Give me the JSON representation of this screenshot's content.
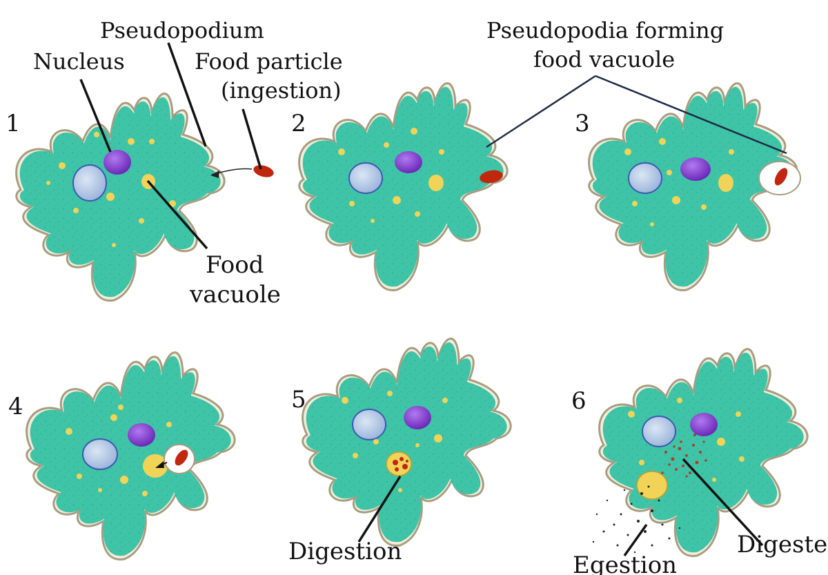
{
  "colors": {
    "cytoplasm": "#3fc4a7",
    "membrane": "#f3eedc",
    "membrane_stroke": "#a89c80",
    "nucleus": "#8a3fd6",
    "contractile_vacuole": "#b9cde8",
    "food_vacuole": "#f1d457",
    "food_particle": "#c1260f",
    "leader_line": "#111111",
    "egestion_dots": "#222222"
  },
  "stages": [
    {
      "number": "1"
    },
    {
      "number": "2"
    },
    {
      "number": "3"
    },
    {
      "number": "4"
    },
    {
      "number": "5"
    },
    {
      "number": "6"
    }
  ],
  "labels": {
    "pseudopodium": "Pseudopodium",
    "nucleus": "Nucleus",
    "food_particle_line1": "Food particle",
    "food_particle_line2": "(ingestion)",
    "food_vacuole_line1": "Food",
    "food_vacuole_line2": "vacuole",
    "pseudopodia_forming_line1": "Pseudopodia forming",
    "pseudopodia_forming_line2": "food vacuole",
    "digestion": "Digestion",
    "egestion": "Egestion",
    "digested": "Digested"
  }
}
